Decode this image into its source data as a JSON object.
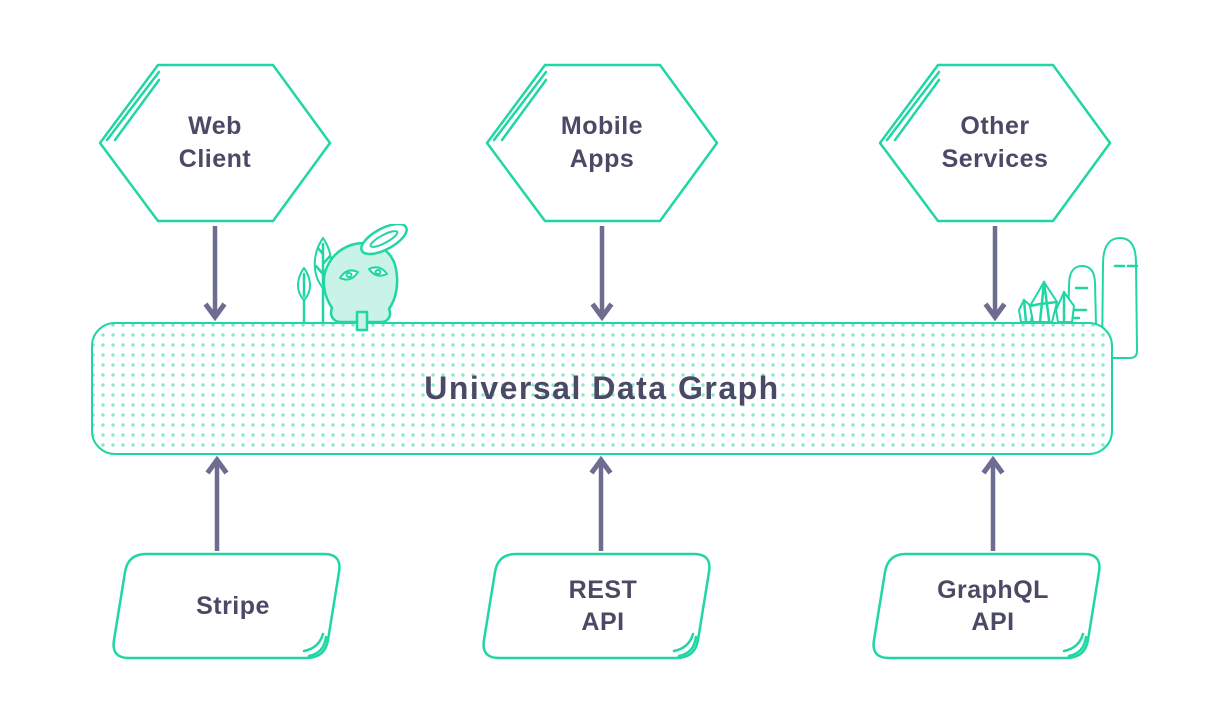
{
  "diagram_title": "Universal Data Graph architecture diagram",
  "hub": {
    "label": "Universal Data Graph"
  },
  "clients": [
    {
      "label": "Web Client",
      "lines": [
        "Web",
        "Client"
      ],
      "shape": "hexagon"
    },
    {
      "label": "Mobile Apps",
      "lines": [
        "Mobile",
        "Apps"
      ],
      "shape": "hexagon"
    },
    {
      "label": "Other Services",
      "lines": [
        "Other",
        "Services"
      ],
      "shape": "hexagon"
    }
  ],
  "sources": [
    {
      "label": "Stripe",
      "lines": [
        "Stripe",
        ""
      ],
      "shape": "skewed-rounded-box"
    },
    {
      "label": "REST API",
      "lines": [
        "REST",
        "API"
      ],
      "shape": "skewed-rounded-box"
    },
    {
      "label": "GraphQL API",
      "lines": [
        "GraphQL",
        "API"
      ],
      "shape": "skewed-rounded-box"
    }
  ],
  "edges": [
    {
      "from": "Web Client",
      "to": "Universal Data Graph",
      "direction": "down"
    },
    {
      "from": "Mobile Apps",
      "to": "Universal Data Graph",
      "direction": "down"
    },
    {
      "from": "Other Services",
      "to": "Universal Data Graph",
      "direction": "down"
    },
    {
      "from": "Stripe",
      "to": "Universal Data Graph",
      "direction": "up"
    },
    {
      "from": "REST API",
      "to": "Universal Data Graph",
      "direction": "up"
    },
    {
      "from": "GraphQL API",
      "to": "Universal Data Graph",
      "direction": "up"
    }
  ],
  "decorations": {
    "left": "ghost-mascot-with-halo-and-leaves",
    "right": "crystals-and-cactus-hills"
  },
  "colors": {
    "teal_outline": "#20d6a4",
    "mint_fill": "#c8f3e6",
    "dot_pattern": "#79e2c6",
    "text": "#4a4a66",
    "arrow": "#6d6d92",
    "background": "#ffffff"
  }
}
